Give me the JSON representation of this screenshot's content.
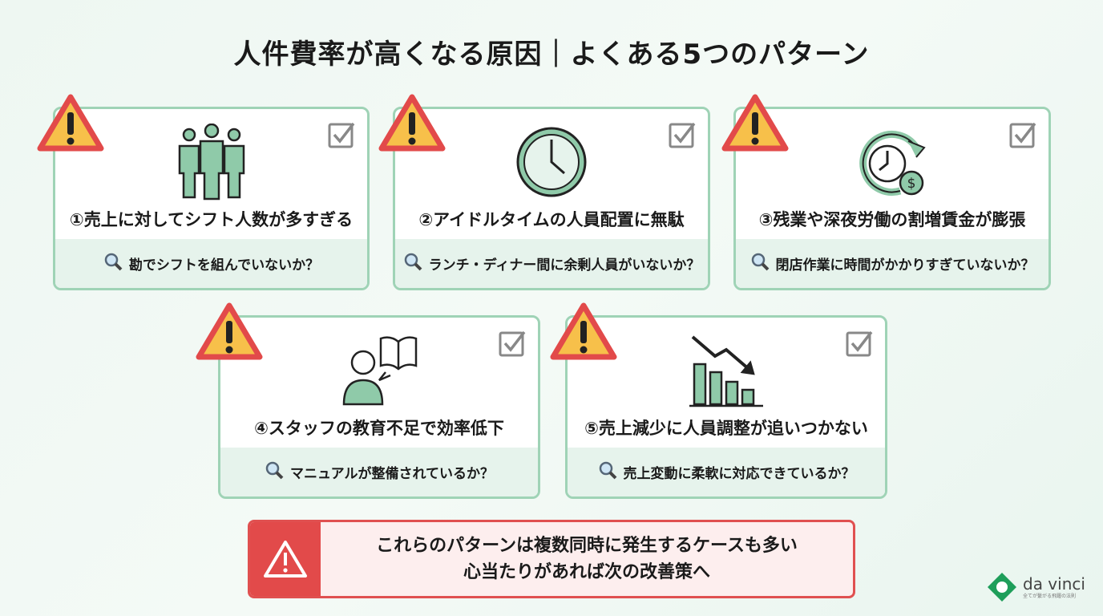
{
  "title": "人件費率が高くなる原因｜よくある5つのパターン",
  "cards": [
    {
      "title": "①売上に対してシフト人数が多すぎる",
      "question": "勘でシフトを組んでいないか？",
      "icon": "people-icon"
    },
    {
      "title": "②アイドルタイムの人員配置に無駄",
      "question": "ランチ・ディナー間に余剰人員がいないか？",
      "icon": "clock-icon"
    },
    {
      "title": "③残業や深夜労働の割増賃金が膨張",
      "question": "閉店作業に時間がかかりすぎていないか？",
      "icon": "clock-dollar-icon"
    },
    {
      "title": "④スタッフの教育不足で効率低下",
      "question": "マニュアルが整備されているか？",
      "icon": "person-book-icon"
    },
    {
      "title": "⑤売上減少に人員調整が追いつかない",
      "question": "売上変動に柔軟に対応できているか？",
      "icon": "declining-chart-icon"
    }
  ],
  "banner": {
    "line1": "これらのパターンは複数同時に発生するケースも多い",
    "line2": "心当たりがあれば次の改善策へ"
  },
  "logo": {
    "name": "da vinci",
    "tagline": "全てが繋がる飛躍の法則"
  },
  "colors": {
    "accent": "#9fd3b6",
    "icon_fill": "#8fcaa9",
    "warning": "#e24a4a",
    "warning_fill": "#f7c04a"
  }
}
